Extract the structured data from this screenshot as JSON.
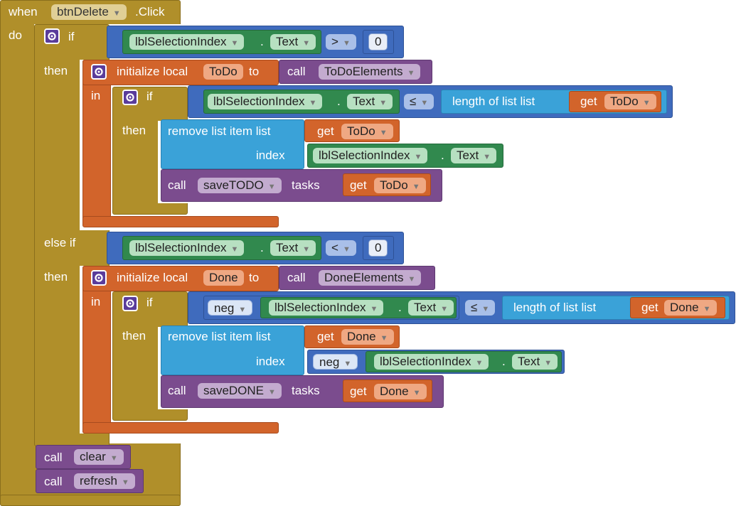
{
  "event": {
    "when": "when",
    "component": "btnDelete",
    "click": ".Click",
    "do": "do"
  },
  "kw": {
    "if": "if",
    "then": "then",
    "else_if": "else if",
    "in": "in",
    "init_local": "initialize local",
    "to": "to",
    "call": "call",
    "get": "get",
    "index": "index",
    "tasks": "tasks",
    "remove_item": "remove list item  list",
    "length_of_list": "length of list  list",
    "dot": "."
  },
  "components": {
    "label": "lblSelectionIndex",
    "prop": "Text"
  },
  "ops": {
    "gt": ">",
    "lt": "<",
    "le": "≤",
    "neg": "neg",
    "zero": "0"
  },
  "vars": {
    "todo": "ToDo",
    "done": "Done"
  },
  "procs": {
    "todo_elements": "ToDoElements",
    "done_elements": "DoneElements",
    "save_todo": "saveTODO",
    "save_done": "saveDONE",
    "clear": "clear",
    "refresh": "refresh"
  },
  "colors": {
    "event": "#b08f2a",
    "variable": "#d2642b",
    "procedure": "#7b4c8e",
    "logic": "#3f6bbd",
    "list": "#3aa2d8",
    "component": "#31894e"
  }
}
